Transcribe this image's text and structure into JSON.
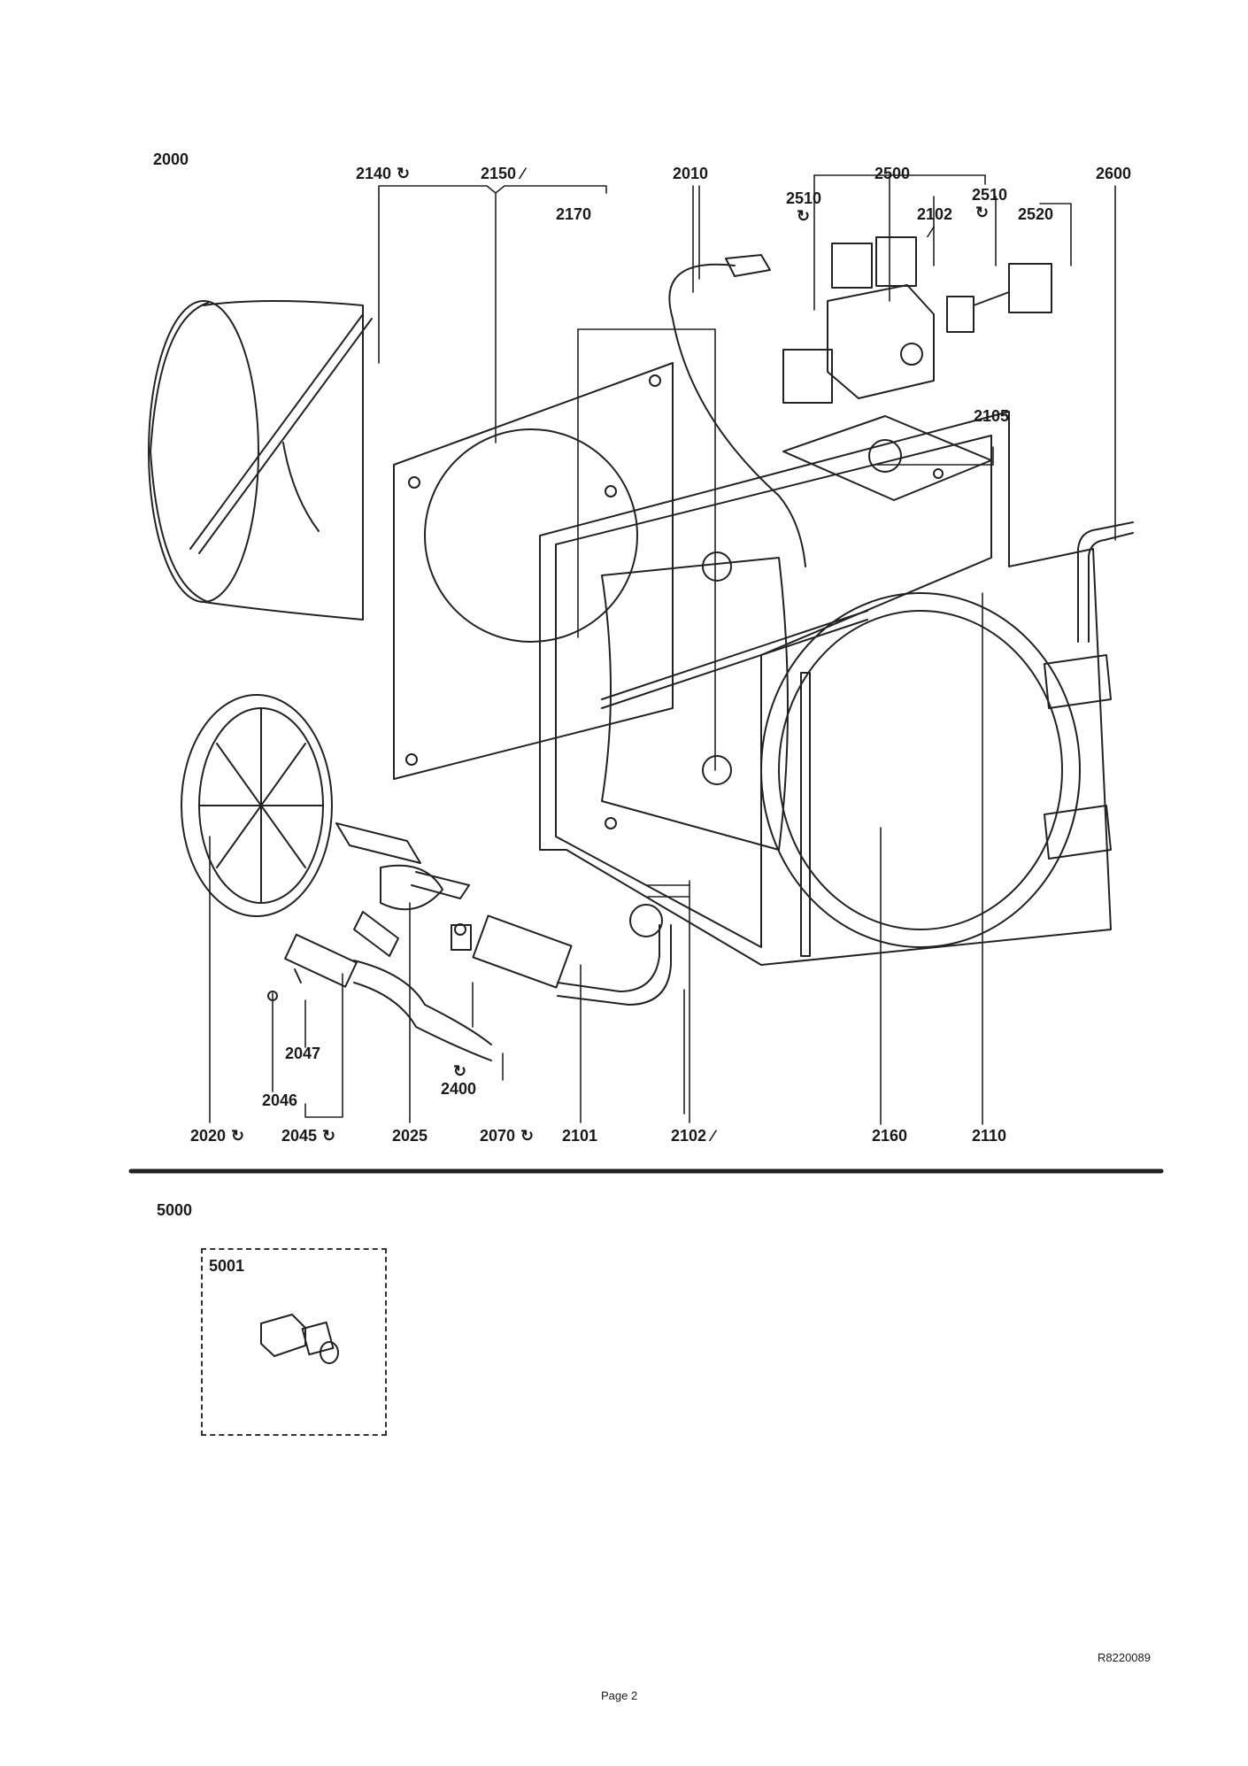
{
  "group_titles": {
    "main": "2000",
    "accessories": "5000"
  },
  "callouts": {
    "c2140": {
      "num": "2140",
      "symbol": "↻"
    },
    "c2150": {
      "num": "2150",
      "symbol": "∕"
    },
    "c2010": {
      "num": "2010"
    },
    "c2500": {
      "num": "2500"
    },
    "c2600": {
      "num": "2600"
    },
    "c2510a": {
      "num": "2510",
      "symbol": "↻"
    },
    "c2102a": {
      "num": "2102",
      "symbol": "∕"
    },
    "c2510b": {
      "num": "2510",
      "symbol": "↻"
    },
    "c2520": {
      "num": "2520"
    },
    "c2170": {
      "num": "2170"
    },
    "c2105": {
      "num": "2105"
    },
    "c2047": {
      "num": "2047"
    },
    "c2046": {
      "num": "2046"
    },
    "c2400": {
      "num": "2400",
      "symbol": "↻"
    },
    "c2020": {
      "num": "2020",
      "symbol": "↻"
    },
    "c2045": {
      "num": "2045",
      "symbol": "↻"
    },
    "c2025": {
      "num": "2025"
    },
    "c2070": {
      "num": "2070",
      "symbol": "↻"
    },
    "c2101": {
      "num": "2101"
    },
    "c2102b": {
      "num": "2102",
      "symbol": "∕"
    },
    "c2160": {
      "num": "2160"
    },
    "c2110": {
      "num": "2110"
    },
    "c5001": {
      "num": "5001"
    }
  },
  "footer": {
    "drawing_ref": "R8220089",
    "page": "Page 2"
  }
}
